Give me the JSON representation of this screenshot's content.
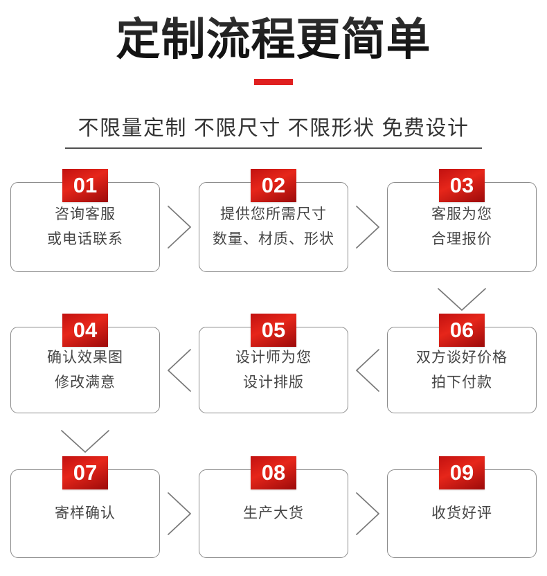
{
  "header": {
    "title": "定制流程更简单",
    "subtitle": "不限量定制 不限尺寸 不限形状 免费设计"
  },
  "colors": {
    "accent_red": "#e02020",
    "badge_red_dark": "#9c0a0a",
    "badge_red_bright": "#e6261a",
    "title_black": "#1b1b1b",
    "box_border_gray": "#8a8a8a",
    "arrow_gray": "#787878",
    "body_text_gray": "#454545"
  },
  "steps": [
    {
      "number": "01",
      "lines": [
        "咨询客服",
        "或电话联系"
      ]
    },
    {
      "number": "02",
      "lines": [
        "提供您所需尺寸",
        "数量、材质、形状"
      ]
    },
    {
      "number": "03",
      "lines": [
        "客服为您",
        "合理报价"
      ]
    },
    {
      "number": "04",
      "lines": [
        "确认效果图",
        "修改满意"
      ]
    },
    {
      "number": "05",
      "lines": [
        "设计师为您",
        "设计排版"
      ]
    },
    {
      "number": "06",
      "lines": [
        "双方谈好价格",
        "拍下付款"
      ]
    },
    {
      "number": "07",
      "lines": [
        "寄样确认"
      ]
    },
    {
      "number": "08",
      "lines": [
        "生产大货"
      ]
    },
    {
      "number": "09",
      "lines": [
        "收货好评"
      ]
    }
  ],
  "arrows": [
    {
      "dir": "right",
      "row": 0,
      "gap": 0,
      "from": "01",
      "to": "02"
    },
    {
      "dir": "right",
      "row": 0,
      "gap": 1,
      "from": "02",
      "to": "03"
    },
    {
      "dir": "down",
      "col": 2,
      "rows": [
        0,
        1
      ],
      "from": "03",
      "to": "06"
    },
    {
      "dir": "left",
      "row": 1,
      "gap": 1,
      "from": "06",
      "to": "05"
    },
    {
      "dir": "left",
      "row": 1,
      "gap": 0,
      "from": "05",
      "to": "04"
    },
    {
      "dir": "down",
      "col": 0,
      "rows": [
        1,
        2
      ],
      "from": "04",
      "to": "07"
    },
    {
      "dir": "right",
      "row": 2,
      "gap": 0,
      "from": "07",
      "to": "08"
    },
    {
      "dir": "right",
      "row": 2,
      "gap": 1,
      "from": "08",
      "to": "09"
    }
  ]
}
